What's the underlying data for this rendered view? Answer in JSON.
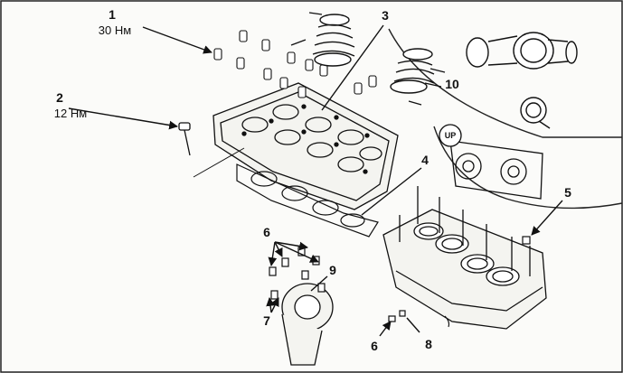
{
  "callouts": {
    "c1": {
      "number": "1",
      "torque": "30 Нм"
    },
    "c2": {
      "number": "2",
      "torque": "12 Нм"
    },
    "c3": {
      "number": "3"
    },
    "c4": {
      "number": "4"
    },
    "c5": {
      "number": "5"
    },
    "c6a": {
      "number": "6"
    },
    "c6b": {
      "number": "6"
    },
    "c7": {
      "number": "7"
    },
    "c8": {
      "number": "8"
    },
    "c9": {
      "number": "9"
    },
    "c10": {
      "number": "10"
    }
  },
  "gasket_mark": "UP",
  "colors": {
    "ink": "#111111",
    "paper": "#fbfbf9"
  }
}
